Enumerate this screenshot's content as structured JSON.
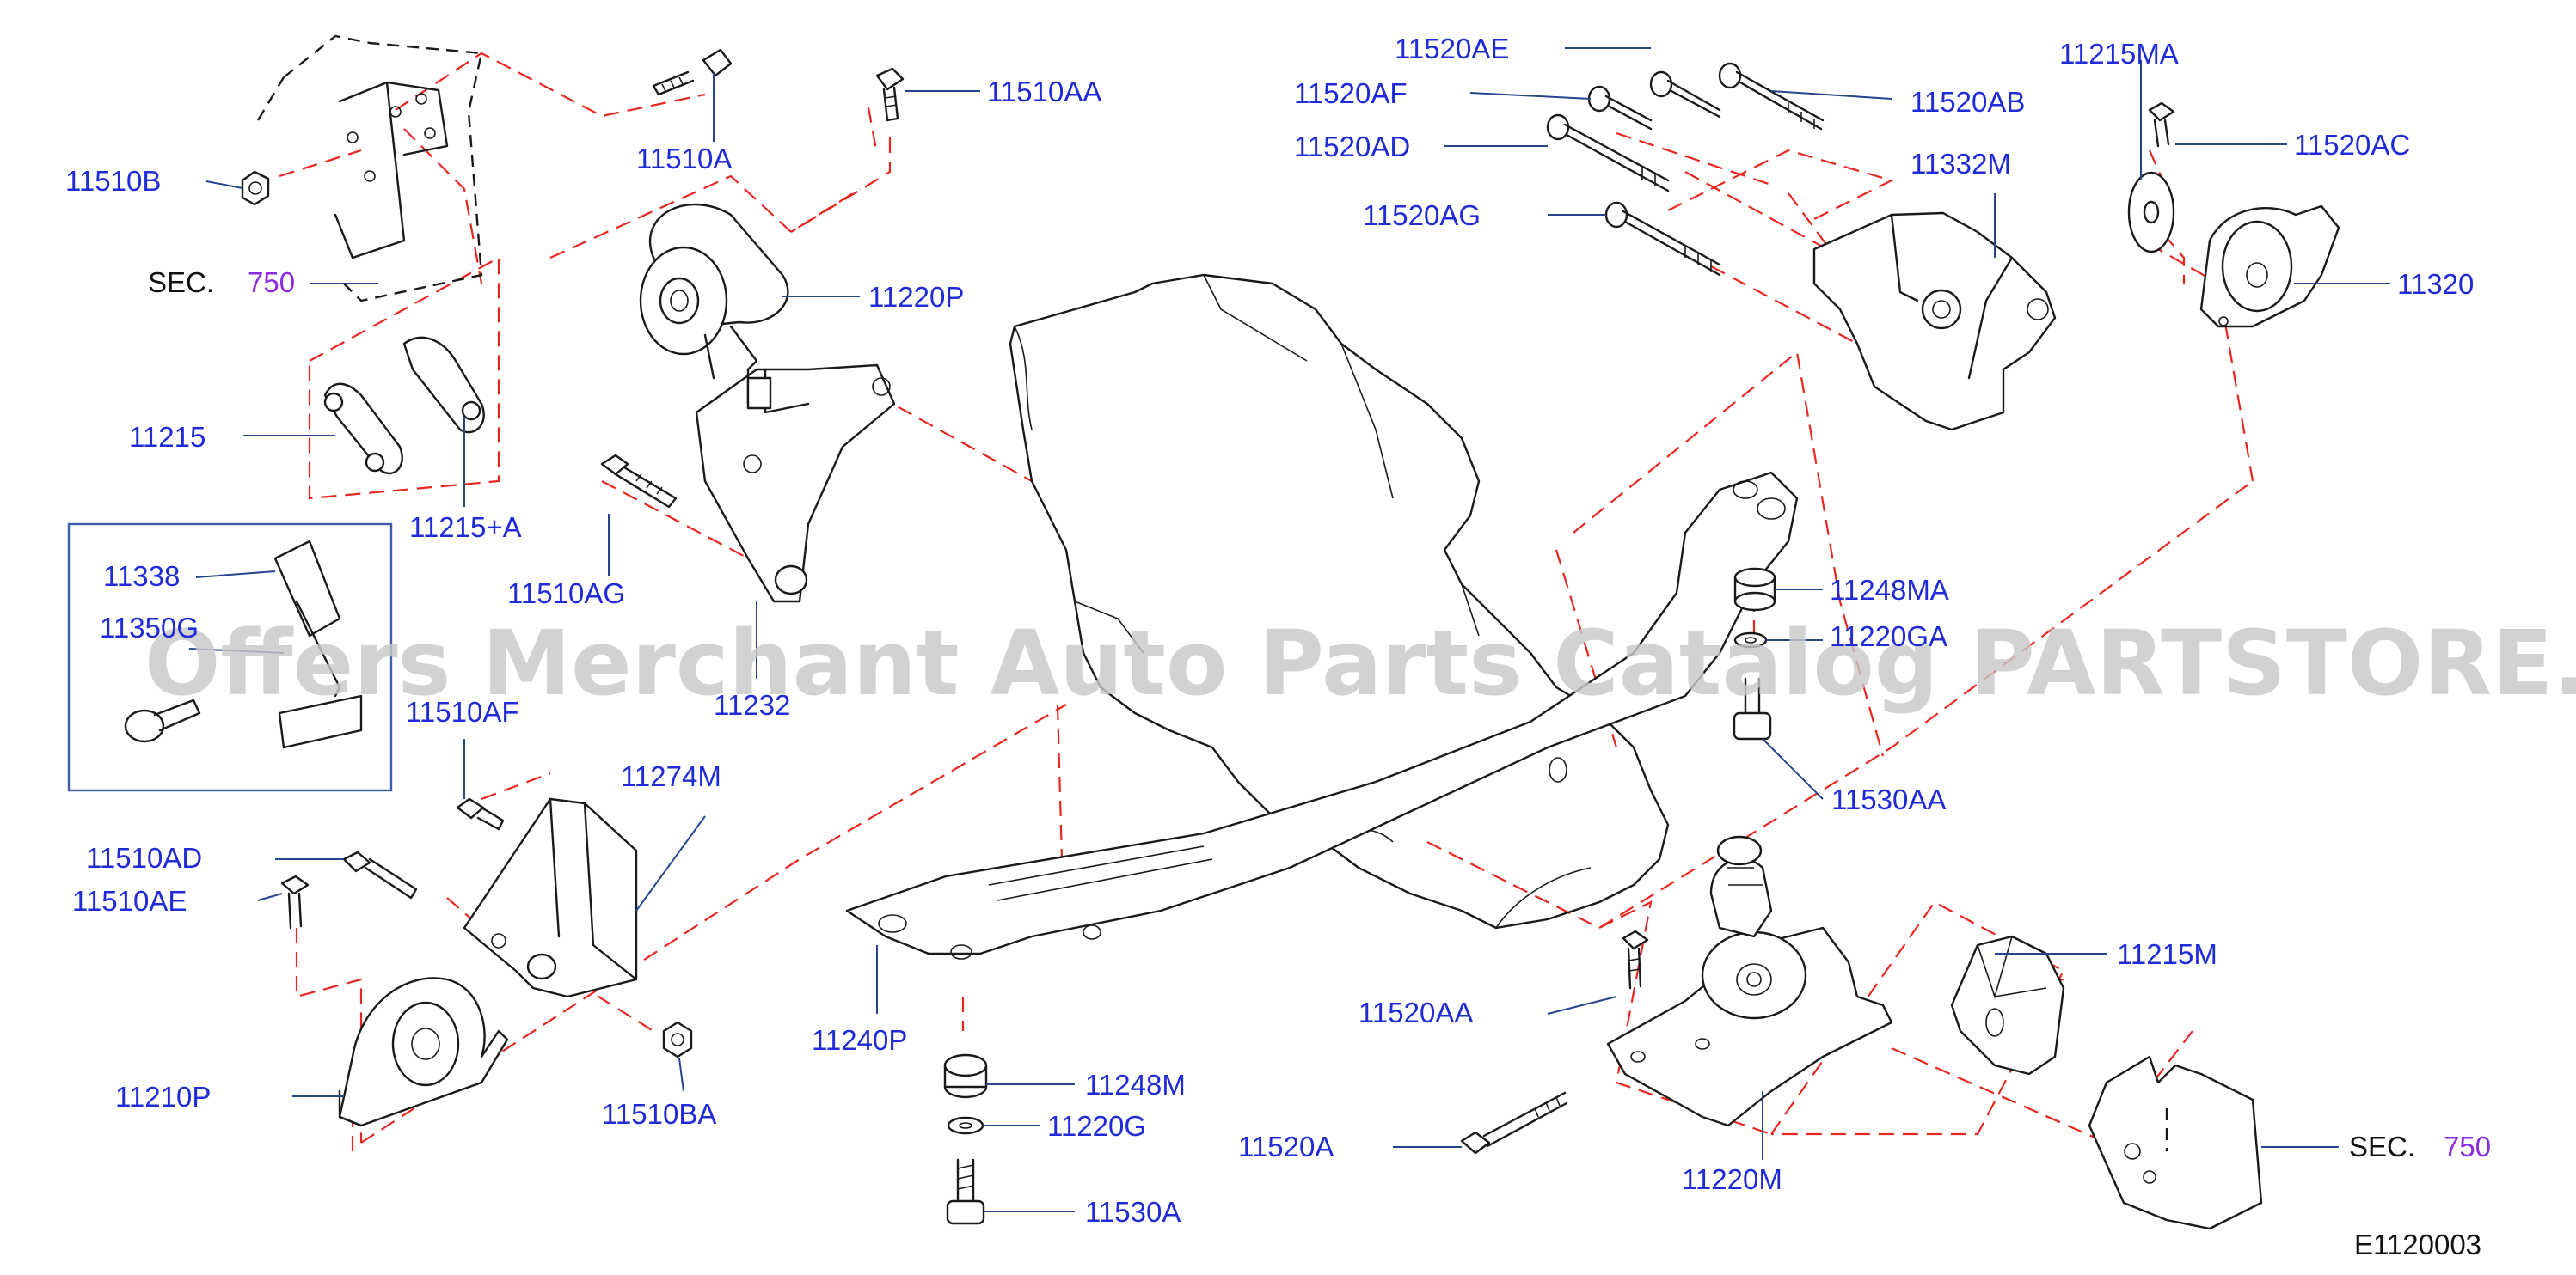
{
  "diagram": {
    "catalog_code": "E1120003",
    "watermark": "Offers Merchant Auto Parts Catalog PARTSTORE.SA",
    "sections": [
      {
        "prefix": "SEC.",
        "number": "750"
      },
      {
        "prefix": "SEC.",
        "number": "750"
      }
    ],
    "labels": [
      "11510B",
      "11510A",
      "11510AA",
      "11220P",
      "11215",
      "11215+A",
      "11510AG",
      "11232",
      "11338",
      "11350G",
      "11510AF",
      "11274M",
      "11510AD",
      "11510AE",
      "11210P",
      "11510BA",
      "11240P",
      "11248M",
      "11220G",
      "11530A",
      "11520AE",
      "11520AF",
      "11520AD",
      "11520AG",
      "11520AB",
      "11215MA",
      "11520AC",
      "11332M",
      "11320",
      "11248MA",
      "11220GA",
      "11530AA",
      "11215M",
      "11520AA",
      "11520A",
      "11220M"
    ]
  }
}
